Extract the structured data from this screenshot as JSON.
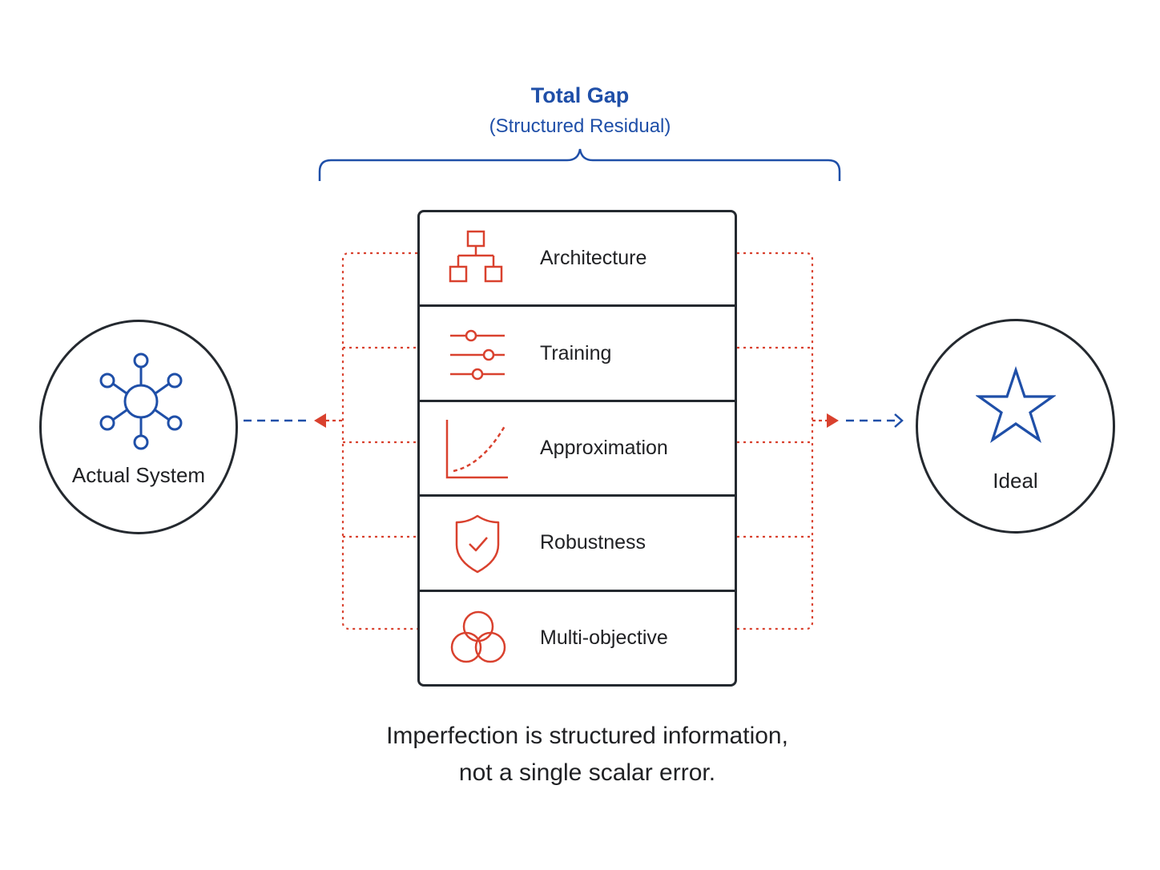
{
  "header": {
    "title": "Total Gap",
    "subtitle": "(Structured Residual)"
  },
  "nodes": {
    "actual": {
      "label": "Actual System",
      "icon": "network-icon"
    },
    "ideal": {
      "label": "Ideal",
      "icon": "star-icon"
    }
  },
  "components": [
    {
      "label": "Architecture",
      "icon": "hierarchy-icon"
    },
    {
      "label": "Training",
      "icon": "sliders-icon"
    },
    {
      "label": "Approximation",
      "icon": "curve-chart-icon"
    },
    {
      "label": "Robustness",
      "icon": "shield-check-icon"
    },
    {
      "label": "Multi-objective",
      "icon": "venn-icon"
    }
  ],
  "caption": {
    "line1": "Imperfection is structured information,",
    "line2": "not a single scalar error."
  },
  "colors": {
    "accent_blue": "#1f4fa8",
    "accent_red": "#d9412e",
    "outline": "#24292f"
  }
}
